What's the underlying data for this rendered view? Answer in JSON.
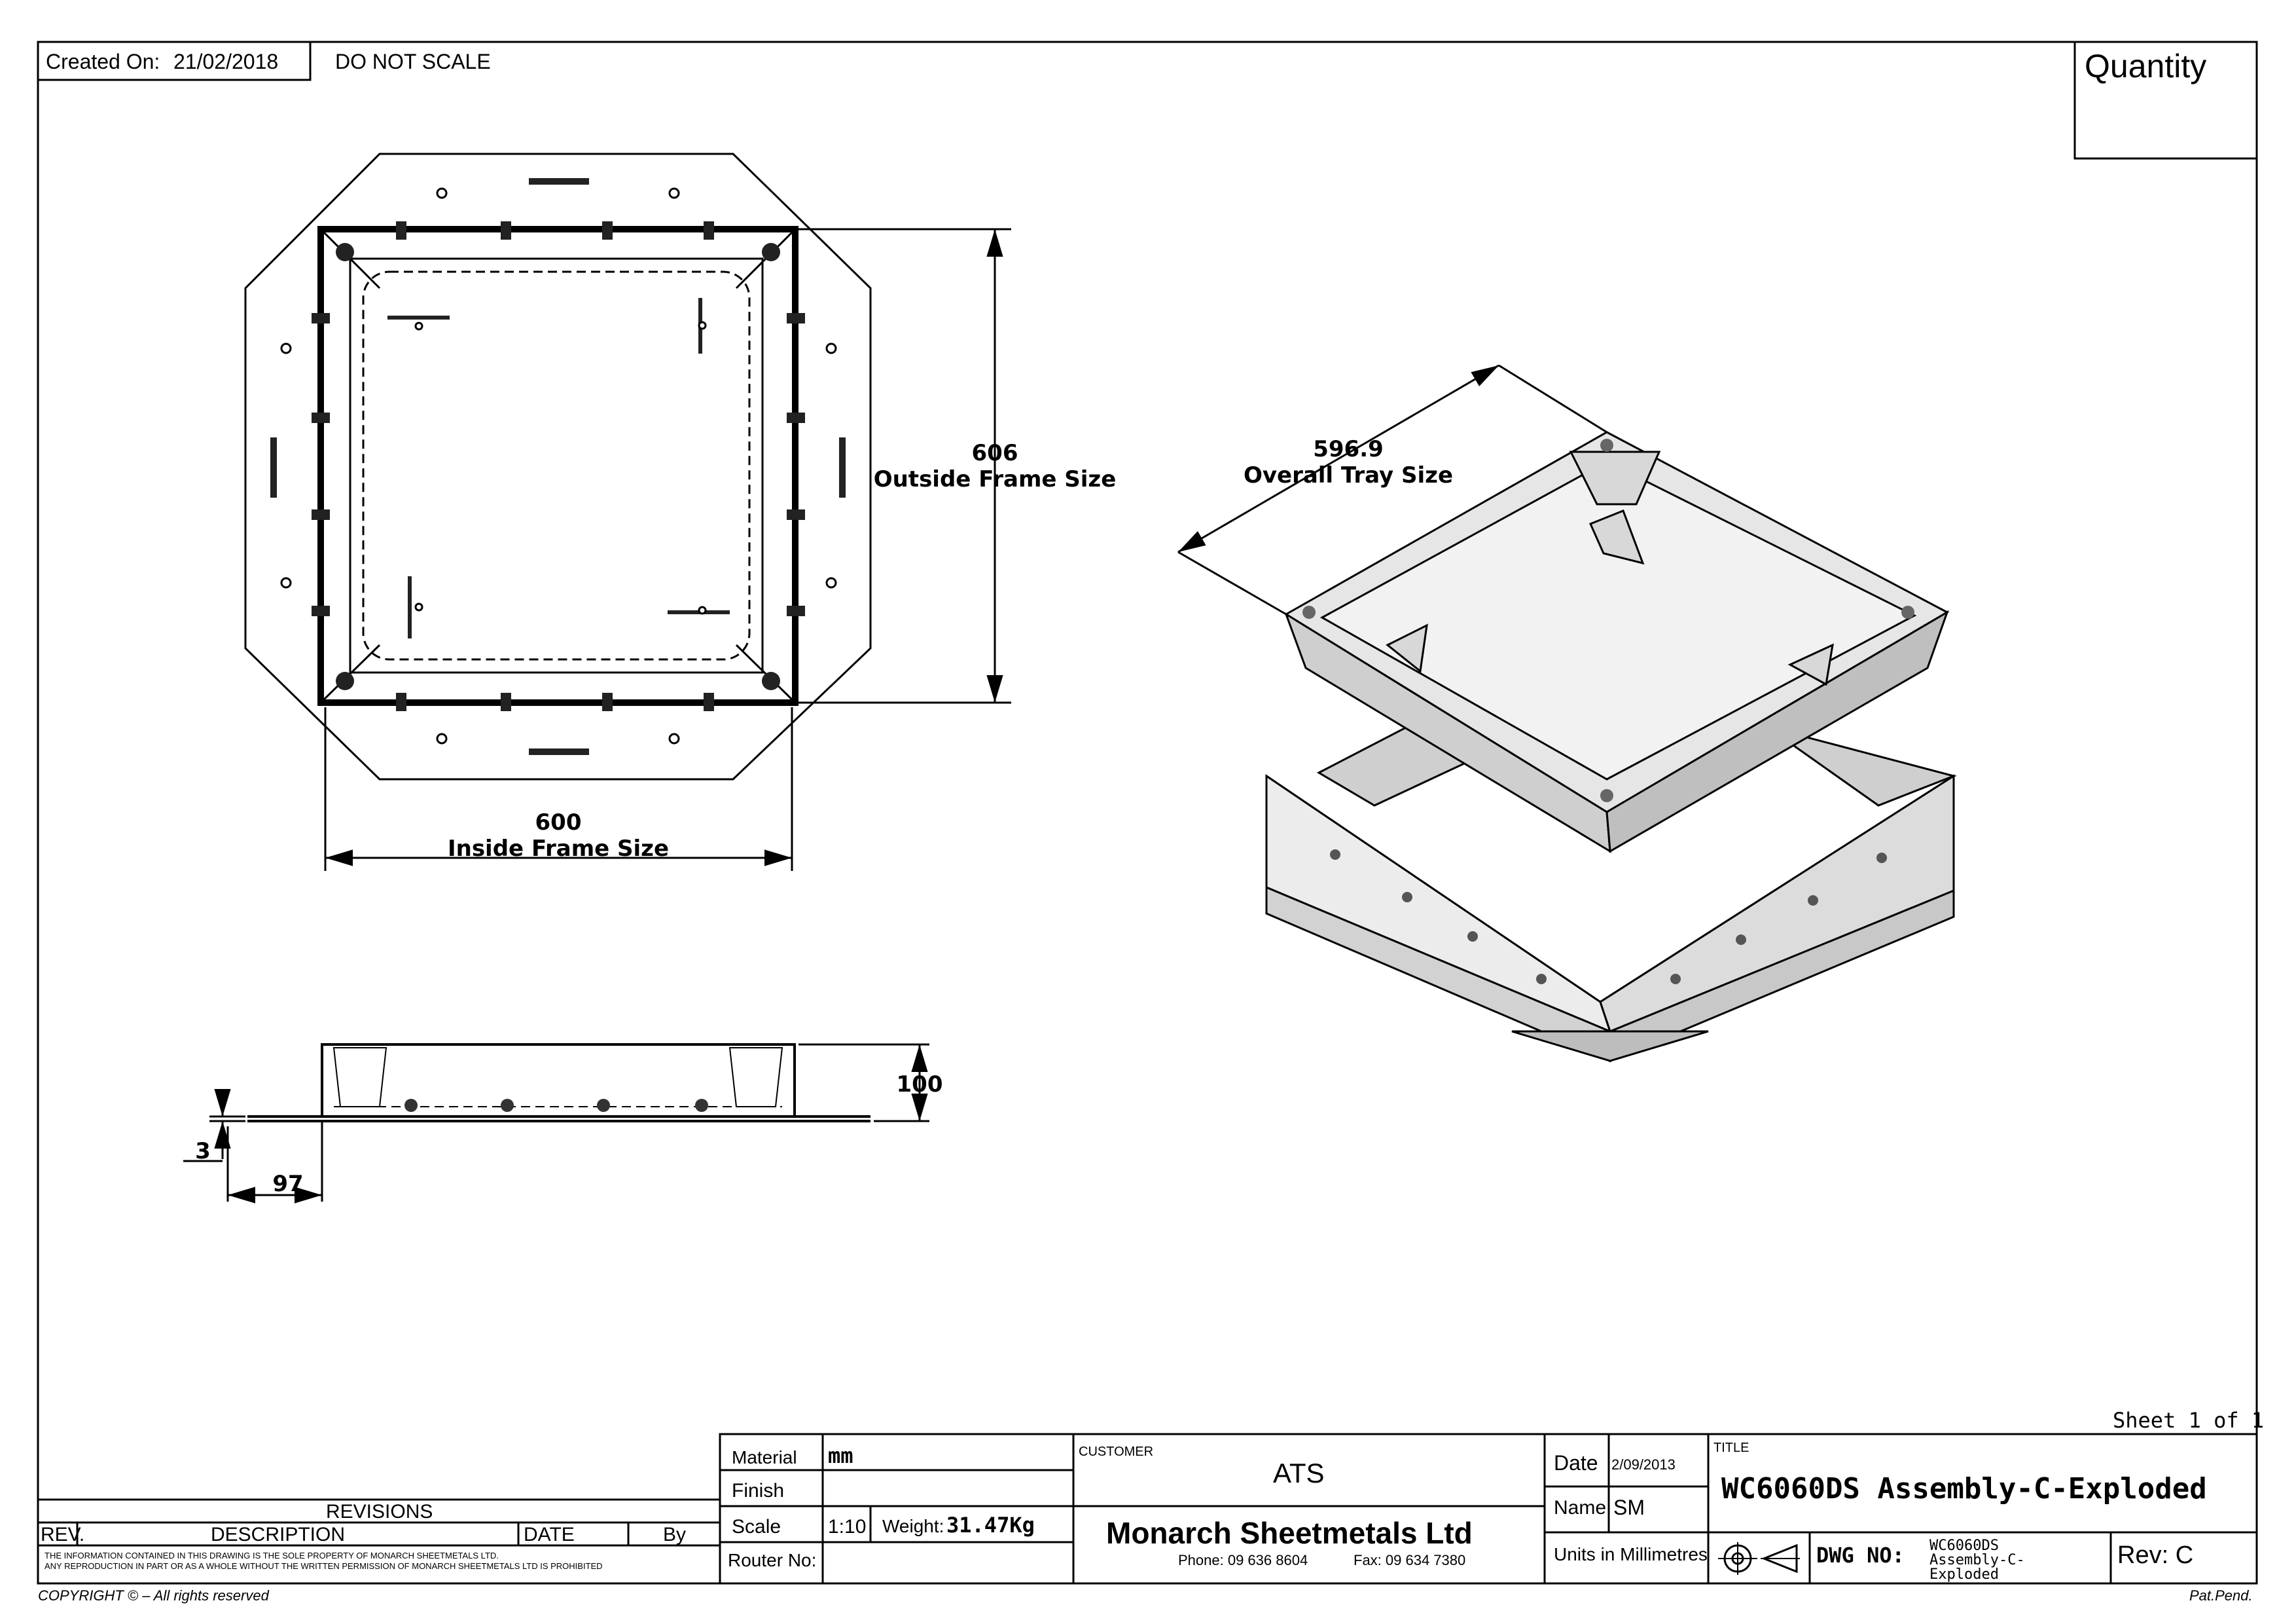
{
  "header": {
    "created_label": "Created On:",
    "created_date": "21/02/2018",
    "do_not_scale": "DO NOT SCALE",
    "quantity_label": "Quantity"
  },
  "dimensions": {
    "outside_value": "606",
    "outside_label": "Outside Frame Size",
    "inside_value": "600",
    "inside_label": "Inside Frame Size",
    "tray_value": "596.9",
    "tray_label": "Overall Tray Size",
    "height_value": "100",
    "thickness_value": "3",
    "flange_value": "97"
  },
  "title_block": {
    "sheet": "Sheet 1 of 1",
    "material_label": "Material",
    "material_value": "mm",
    "finish_label": "Finish",
    "finish_value": "",
    "scale_label": "Scale",
    "scale_value": "1:10",
    "weight_label": "Weight:",
    "weight_value": "31.47Kg",
    "router_label": "Router No:",
    "router_value": "",
    "customer_label": "CUSTOMER",
    "customer_value": "ATS",
    "company": "Monarch Sheetmetals Ltd",
    "phone": "Phone: 09 636 8604",
    "fax": "Fax: 09 634 7380",
    "date_label": "Date",
    "date_value": "2/09/2013",
    "name_label": "Name",
    "name_value": "SM",
    "units": "Units in Millimetres",
    "title_label": "TITLE",
    "title_value": "WC6060DS Assembly-C-Exploded",
    "dwg_label": "DWG NO:",
    "dwg_value": "WC6060DS Assembly-C-Exploded",
    "rev_label": "Rev: C"
  },
  "revisions": {
    "heading": "REVISIONS",
    "col_rev": "REV.",
    "col_description": "DESCRIPTION",
    "col_date": "DATE",
    "col_by": "By",
    "notice_line1": "THE INFORMATION CONTAINED IN THIS DRAWING IS THE SOLE PROPERTY OF MONARCH SHEETMETALS LTD.",
    "notice_line2": "ANY REPRODUCTION IN PART OR AS A WHOLE WITHOUT THE WRITTEN PERMISSION OF MONARCH SHEETMETALS LTD IS PROHIBITED"
  },
  "footer": {
    "copyright": "COPYRIGHT © – All rights reserved",
    "patent": "Pat.Pend."
  },
  "icons": [
    "projection-symbol-icon"
  ]
}
